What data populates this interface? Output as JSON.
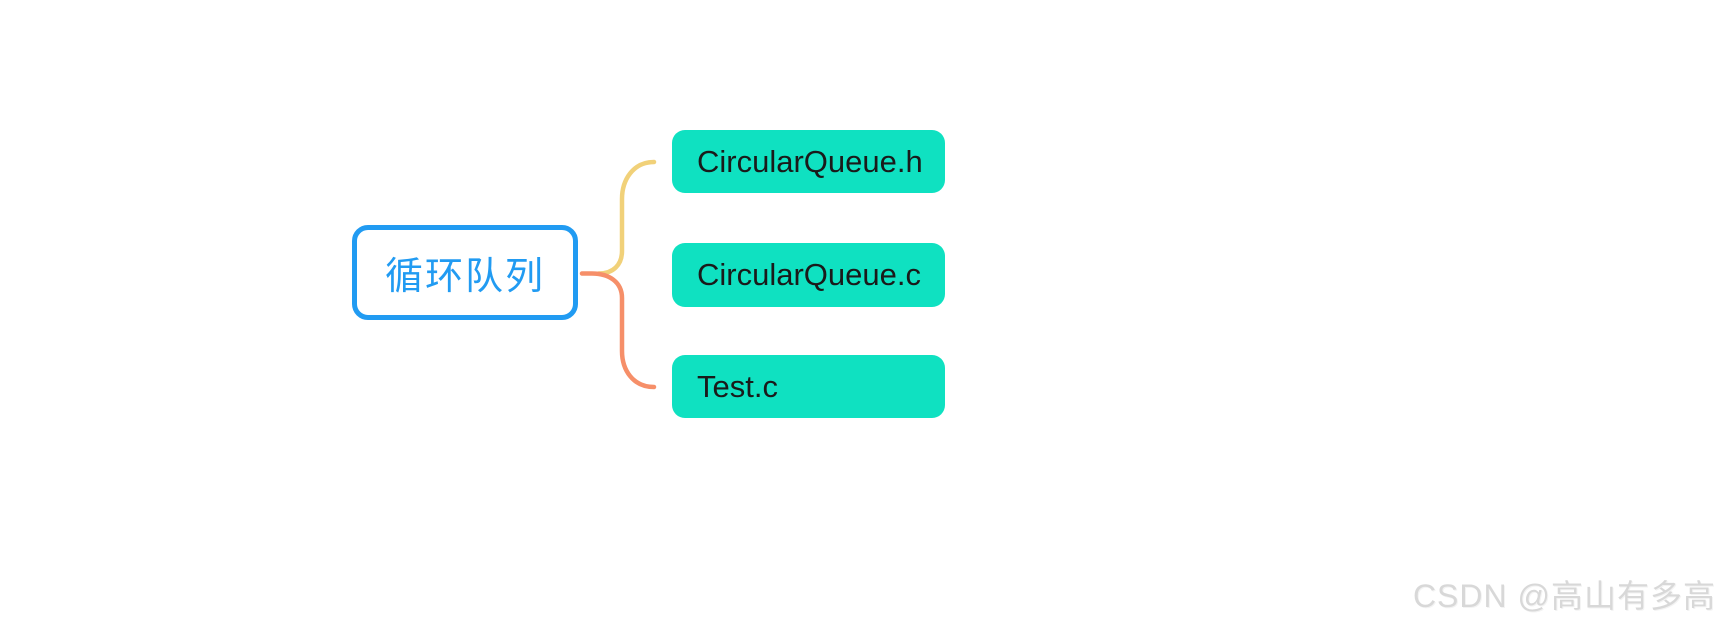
{
  "canvas": {
    "background": "#ffffff"
  },
  "mindmap": {
    "root": {
      "label": "循环队列",
      "text_color": "#219bf2",
      "border_color": "#219bf2",
      "fill": "#ffffff"
    },
    "children": [
      {
        "label": "CircularQueue.h"
      },
      {
        "label": "CircularQueue.c"
      },
      {
        "label": "Test.c"
      }
    ],
    "child_fill": "#0fe1c1",
    "child_text_color": "#1a1a1a",
    "connectors": {
      "upper_color": "#f1d179",
      "lower_color": "#f68f69"
    }
  },
  "watermark": {
    "text": "CSDN @高山有多高",
    "color": "#d8d8d8"
  }
}
